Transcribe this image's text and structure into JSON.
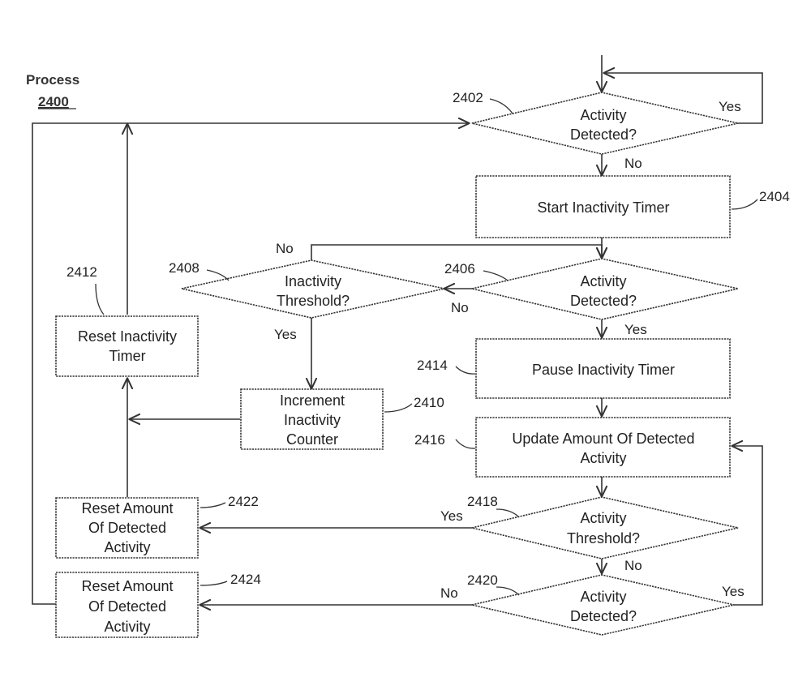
{
  "title": {
    "label": "Process",
    "number": "2400"
  },
  "nodes": {
    "n2402": {
      "ref": "2402",
      "lines": [
        "Activity",
        "Detected?"
      ]
    },
    "n2404": {
      "ref": "2404",
      "lines": [
        "Start Inactivity Timer"
      ]
    },
    "n2406": {
      "ref": "2406",
      "lines": [
        "Activity",
        "Detected?"
      ]
    },
    "n2408": {
      "ref": "2408",
      "lines": [
        "Inactivity",
        "Threshold?"
      ]
    },
    "n2410": {
      "ref": "2410",
      "lines": [
        "Increment",
        "Inactivity",
        "Counter"
      ]
    },
    "n2412": {
      "ref": "2412",
      "lines": [
        "Reset Inactivity",
        "Timer"
      ]
    },
    "n2414": {
      "ref": "2414",
      "lines": [
        "Pause Inactivity Timer"
      ]
    },
    "n2416": {
      "ref": "2416",
      "lines": [
        "Update Amount Of Detected",
        "Activity"
      ]
    },
    "n2418": {
      "ref": "2418",
      "lines": [
        "Activity",
        "Threshold?"
      ]
    },
    "n2420": {
      "ref": "2420",
      "lines": [
        "Activity",
        "Detected?"
      ]
    },
    "n2422": {
      "ref": "2422",
      "lines": [
        "Reset Amount",
        "Of Detected",
        "Activity"
      ]
    },
    "n2424": {
      "ref": "2424",
      "lines": [
        "Reset Amount",
        "Of Detected",
        "Activity"
      ]
    }
  },
  "edge_labels": {
    "e2402_yes": "Yes",
    "e2402_no": "No",
    "e2406_no": "No",
    "e2406_yes": "Yes",
    "e2408_no": "No",
    "e2408_yes": "Yes",
    "e2418_yes": "Yes",
    "e2418_no": "No",
    "e2420_no": "No",
    "e2420_yes": "Yes"
  }
}
